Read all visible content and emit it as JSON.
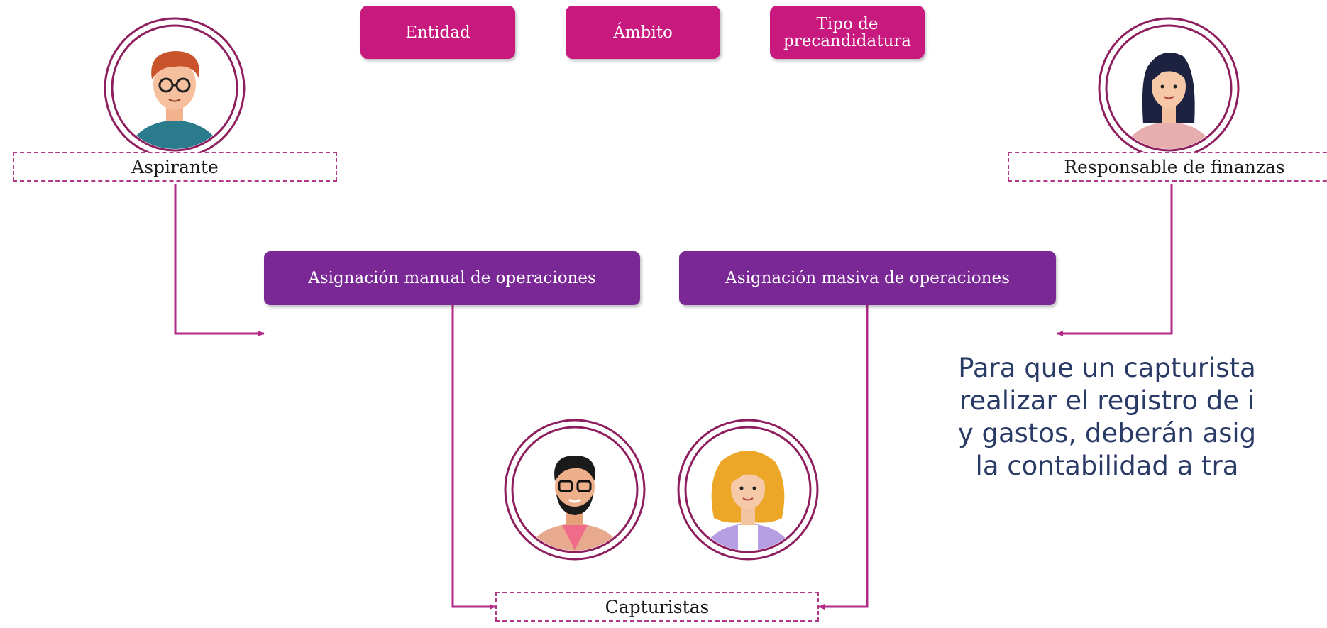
{
  "top_pills": [
    "Entidad",
    "Ámbito",
    "Tipo de\nprecandidatura"
  ],
  "roles": {
    "aspirante": "Aspirante",
    "responsable": "Responsable de finanzas",
    "capturistas": "Capturistas"
  },
  "actions": {
    "manual": "Asignación manual de operaciones",
    "masiva": "Asignación masiva de operaciones"
  },
  "note_lines": [
    "Para que un capturista",
    "realizar el registro de i",
    "y gastos, deberán asig",
    "la contabilidad a tra"
  ],
  "colors": {
    "pill": "#c8197f",
    "action": "#7a2896",
    "connector": "#b02a86",
    "note_text": "#2a3a66"
  }
}
